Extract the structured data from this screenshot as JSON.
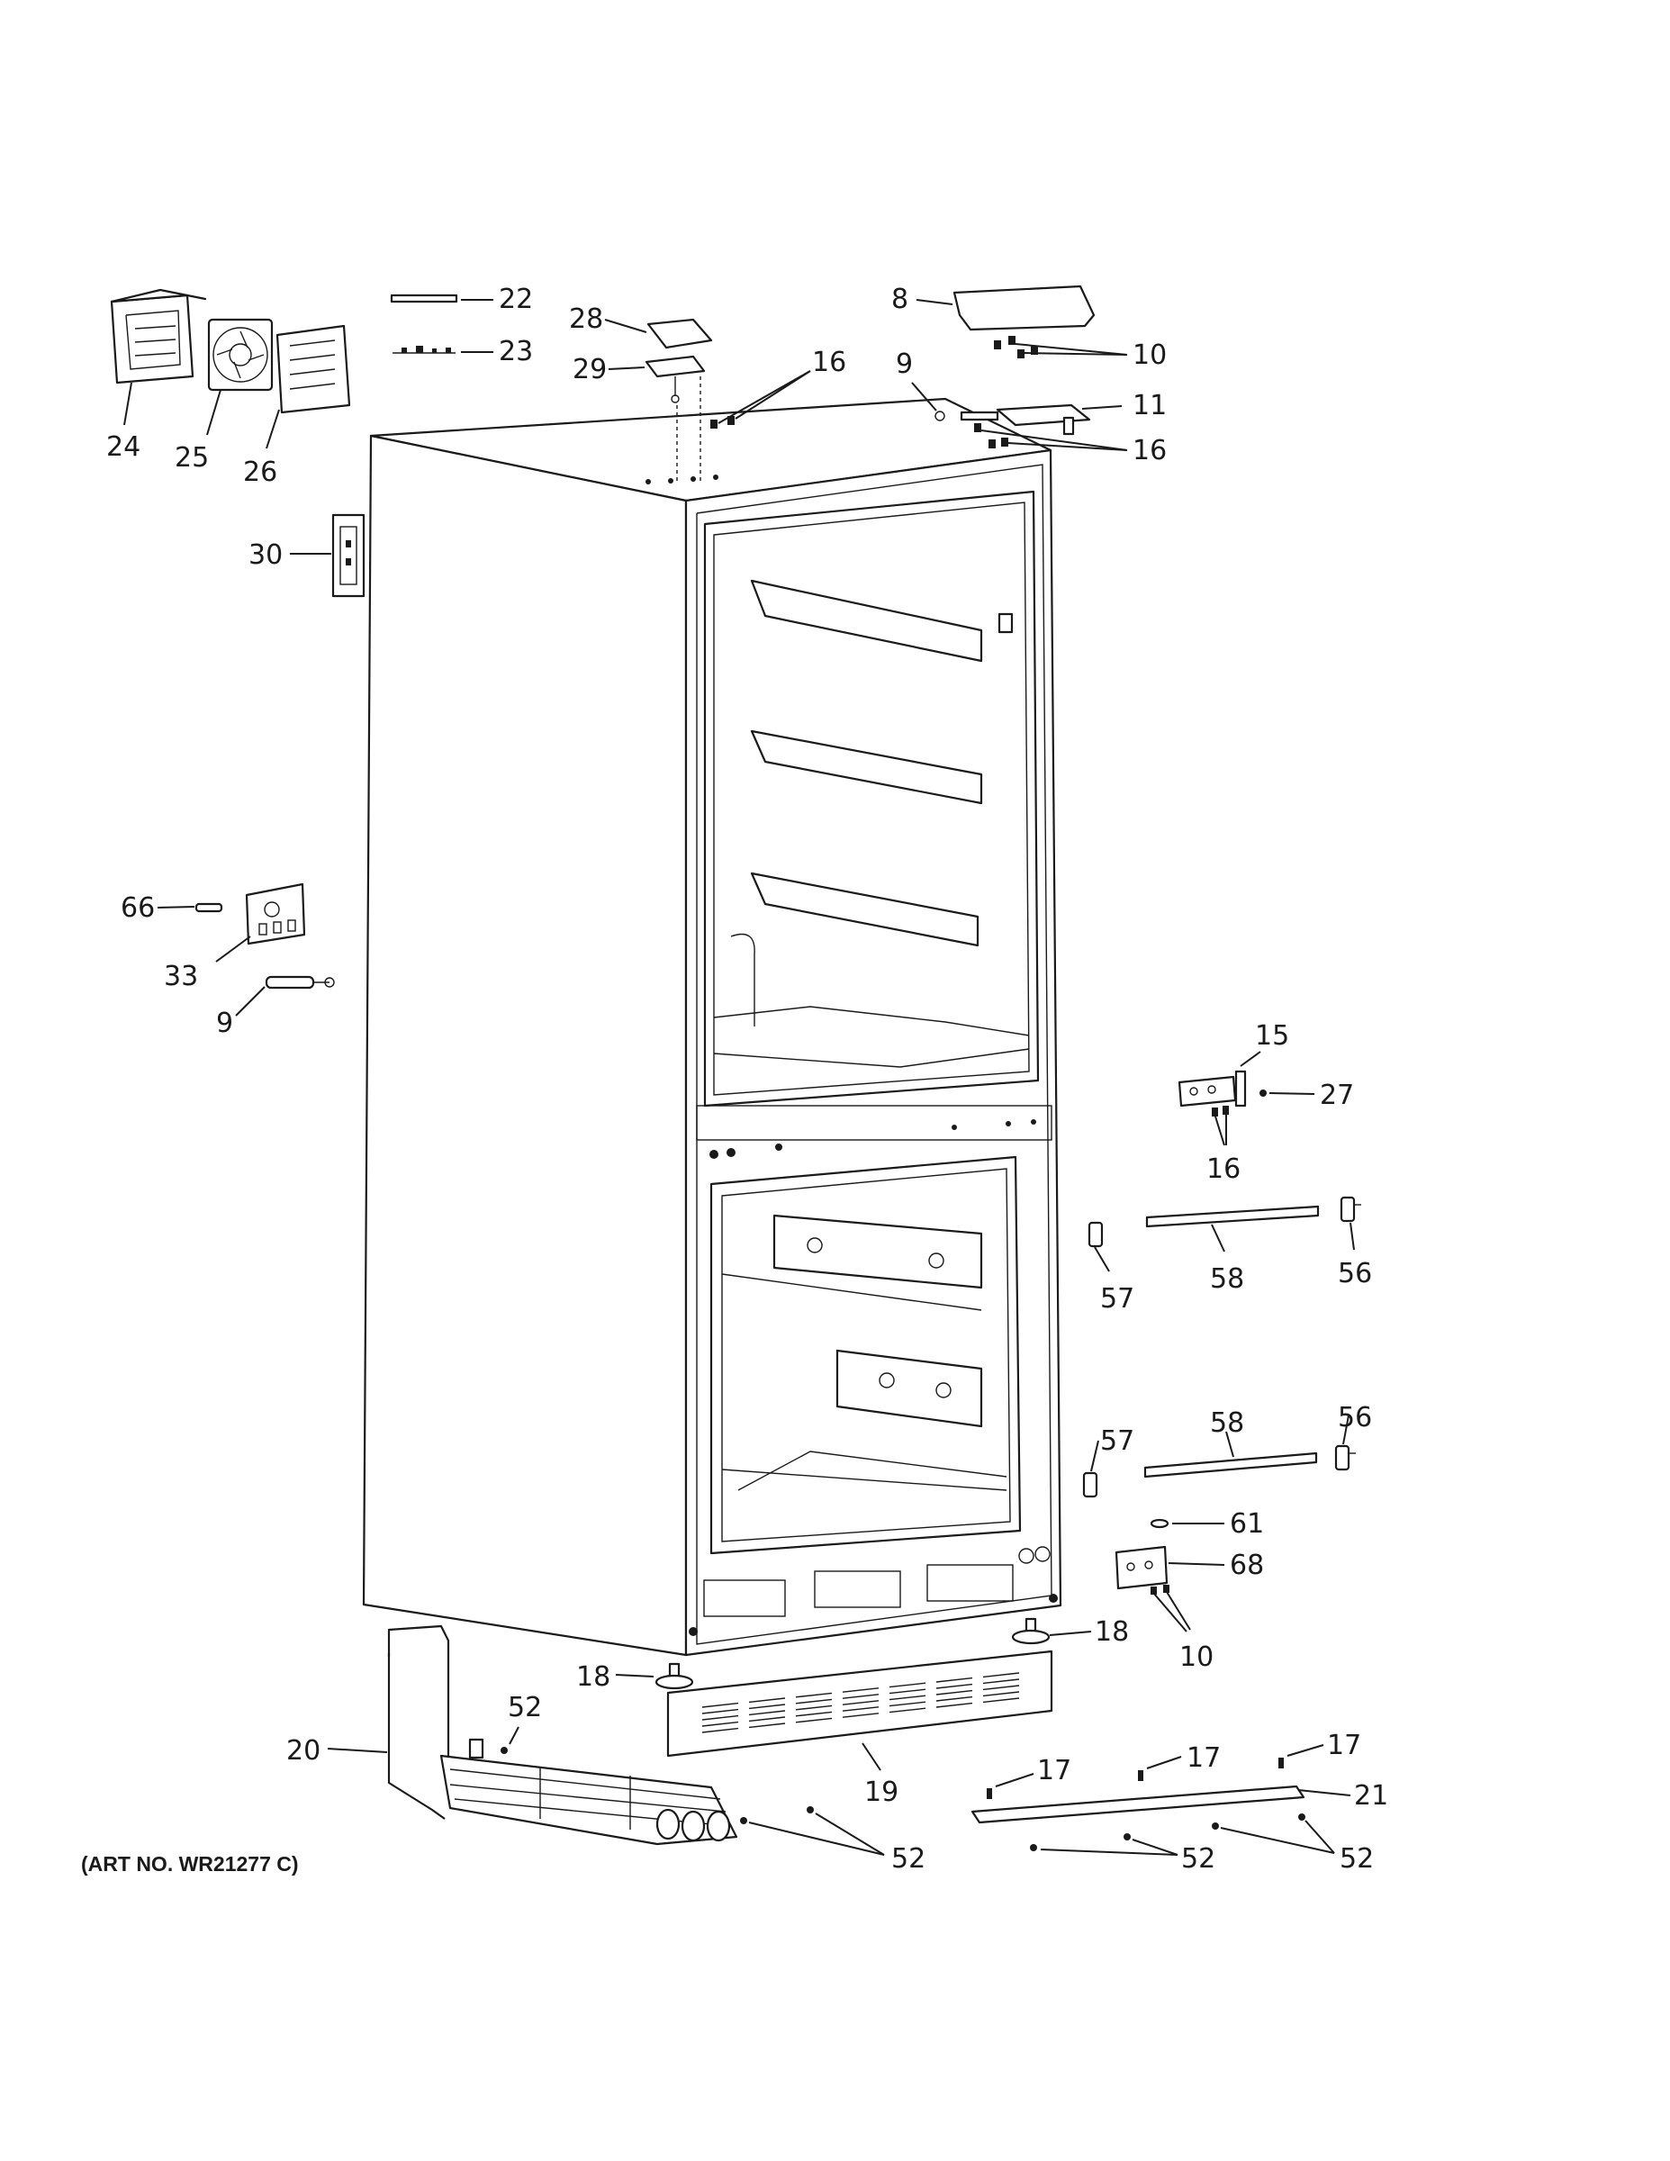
{
  "diagram": {
    "art_number": "(ART NO. WR21277 C)",
    "callouts": {
      "c8": "8",
      "c9a": "9",
      "c9b": "9",
      "c10a": "10",
      "c10b": "10",
      "c11": "11",
      "c15": "15",
      "c16a": "16",
      "c16b": "16",
      "c16c": "16",
      "c17a": "17",
      "c17b": "17",
      "c17c": "17",
      "c18a": "18",
      "c18b": "18",
      "c19": "19",
      "c20": "20",
      "c21": "21",
      "c22": "22",
      "c23": "23",
      "c24": "24",
      "c25": "25",
      "c26": "26",
      "c27": "27",
      "c28": "28",
      "c29": "29",
      "c30": "30",
      "c33": "33",
      "c52a": "52",
      "c52b": "52",
      "c52c": "52",
      "c52d": "52",
      "c56a": "56",
      "c56b": "56",
      "c57a": "57",
      "c57b": "57",
      "c58a": "58",
      "c58b": "58",
      "c61": "61",
      "c66": "66",
      "c68": "68"
    }
  }
}
